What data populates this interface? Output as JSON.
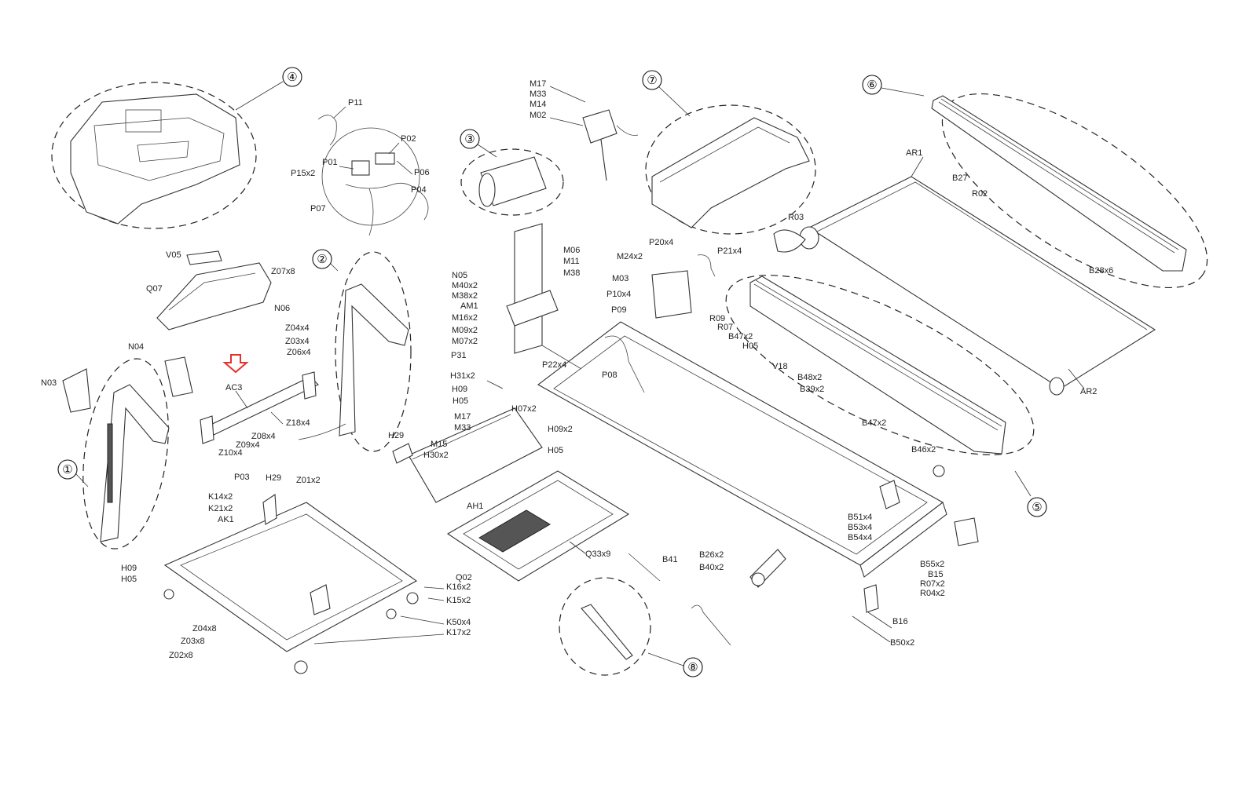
{
  "title": "",
  "indicator": {
    "color": "#e8312c",
    "target": "AC3"
  },
  "groups": [
    {
      "id": "g1",
      "number": "①"
    },
    {
      "id": "g2",
      "number": "②"
    },
    {
      "id": "g3",
      "number": "③"
    },
    {
      "id": "g4",
      "number": "④"
    },
    {
      "id": "g5",
      "number": "⑤"
    },
    {
      "id": "g6",
      "number": "⑥"
    },
    {
      "id": "g7",
      "number": "⑦"
    },
    {
      "id": "g8",
      "number": "⑧"
    }
  ],
  "labels": [
    "P11",
    "P02",
    "P01",
    "P15x2",
    "P06",
    "P04",
    "P07",
    "M17",
    "M33",
    "M14",
    "M02",
    "AR1",
    "B27",
    "R02",
    "R03",
    "B28x6",
    "AR2",
    "P20x4",
    "P21x4",
    "M24x2",
    "M03",
    "P10x4",
    "P09",
    "V05",
    "Q07",
    "Z07x8",
    "N06",
    "Z04x4",
    "Z03x4",
    "Z06x4",
    "N05",
    "M40x2",
    "M38x2",
    "AM1",
    "M16x2",
    "M09x2",
    "M07x2",
    "M06",
    "M11",
    "M38",
    "N04",
    "N03",
    "AC3",
    "Z18x4",
    "Z08x4",
    "Z09x4",
    "Z10x4",
    "P03",
    "R09",
    "R07",
    "B47x2",
    "H05",
    "V18",
    "B48x2",
    "B39x2",
    "P31",
    "H31x2",
    "H09",
    "H05",
    "P22x4",
    "P08",
    "H07x2",
    "M17",
    "M33",
    "H29",
    "M15",
    "H30x2",
    "H09x2",
    "H05",
    "AH1",
    "B47x2",
    "B46x2",
    "H29",
    "Z01x2",
    "K14x2",
    "K21x2",
    "AK1",
    "Q33x9",
    "Q02",
    "B41",
    "B26x2",
    "B40x2",
    "B51x4",
    "B53x4",
    "B54x4",
    "B55x2",
    "B15",
    "R07x2",
    "R04x2",
    "H09",
    "H05",
    "K16x2",
    "K15x2",
    "K50x4",
    "K17x2",
    "Z04x8",
    "Z03x8",
    "Z02x8",
    "B16",
    "B50x2"
  ]
}
